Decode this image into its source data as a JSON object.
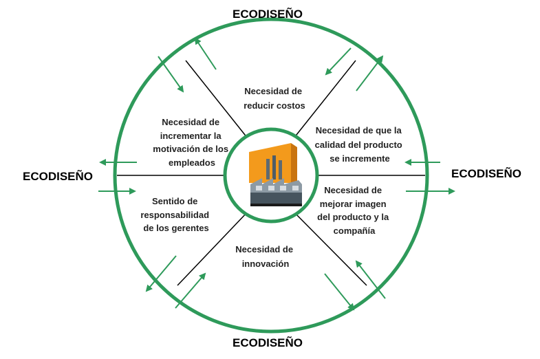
{
  "colors": {
    "green": "#2e9a5a",
    "line": "#000000",
    "factory_bg": "#f39a1c"
  },
  "labels": {
    "top": "ECODISEÑO",
    "bottom": "ECODISEÑO",
    "left": "ECODISEÑO",
    "right": "ECODISEÑO"
  },
  "segments": {
    "top": [
      "Necesidad de",
      "reducir costos"
    ],
    "upper_right": [
      "Necesidad de que la",
      "calidad del producto",
      "se incremente"
    ],
    "lower_right": [
      "Necesidad de",
      "mejorar imagen",
      "del producto y la",
      "compañía"
    ],
    "bottom": [
      "Necesidad de",
      "innovación"
    ],
    "lower_left": [
      "Sentido de",
      "responsabilidad",
      "de los gerentes"
    ],
    "upper_left": [
      "Necesidad de",
      "incrementar la",
      "motivación de los",
      "empleados"
    ]
  },
  "center": {
    "icon": "factory-icon"
  }
}
